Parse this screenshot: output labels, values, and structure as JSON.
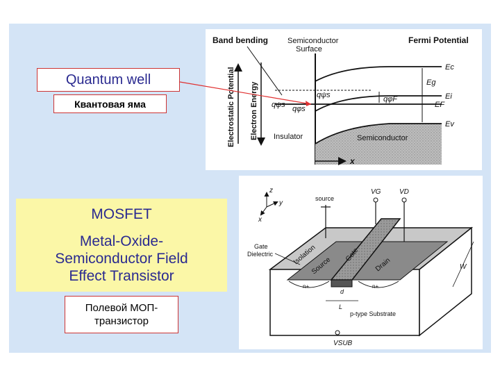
{
  "colors": {
    "slide_bg": "#d4e4f6",
    "label_border": "#cc3333",
    "yellow_box": "#fbf7a7",
    "title_blue": "#2a2a90",
    "pointer_red": "#e03030"
  },
  "labels": {
    "quantum_well": "Quantum well",
    "quantum_well_ru": "Квантовая яма",
    "mosfet_title": "MOSFET",
    "mosfet_full": [
      "Metal-Oxide-",
      "Semiconductor Field",
      "Effect Transistor"
    ],
    "mosfet_ru": [
      "Полевой МОП-",
      "транзистор"
    ]
  },
  "band_diagram": {
    "band_bending": "Band bending",
    "semiconductor_surface": [
      "Semiconductor",
      "Surface"
    ],
    "fermi_potential": "Fermi Potential",
    "electrostatic_potential": "Electrostatic Potential",
    "electron_energy": "Electron Energy",
    "Ec": "Ec",
    "Eg": "Eg",
    "Ei": "Ei",
    "EF": "EF",
    "Ev": "Ev",
    "q_psi_s": "qψs",
    "q_phi_F": "qφF",
    "q_phi_s": "qφs",
    "insulator": "Insulator",
    "semiconductor": "Semiconductor",
    "x_axis": "x"
  },
  "mosfet_diagram": {
    "z": "z",
    "y": "y",
    "x": "x",
    "source_terminal": "source",
    "VG": "VG",
    "VD": "VD",
    "VSUB": "VSUB",
    "gate_dielectric": [
      "Gate",
      "Dielectric"
    ],
    "isolation": "Isolation",
    "source": "Source",
    "gate": "Gate",
    "drain": "Drain",
    "n_plus": "n+",
    "d": "d",
    "L": "L",
    "W": "W",
    "substrate": "p-type Substrate"
  }
}
